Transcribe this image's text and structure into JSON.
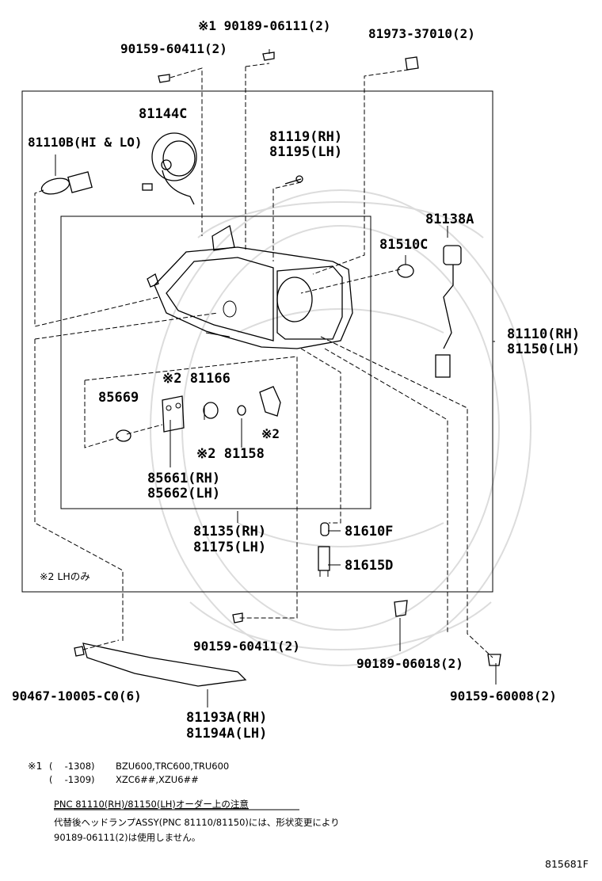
{
  "diagram": {
    "ref_code": "815681F",
    "note_scope_lh": "※2 LHのみ",
    "labels": {
      "p90189_06111": "※1 90189-06111(2)",
      "p90159_60411_top": "90159-60411(2)",
      "p81973_37010": "81973-37010(2)",
      "p81144C": "81144C",
      "p81110B": "81110B(HI & LO)",
      "p81119_rh": "81119(RH)",
      "p81195_lh": "81195(LH)",
      "p81138A": "81138A",
      "p81510C": "81510C",
      "p81110_rh": "81110(RH)",
      "p81150_lh": "81150(LH)",
      "p81166": "※2 81166",
      "p85669": "85669",
      "p81158": "※2 81158",
      "p_mark2": "※2",
      "p85661_rh": "85661(RH)",
      "p85662_lh": "85662(LH)",
      "p81135_rh": "81135(RH)",
      "p81175_lh": "81175(LH)",
      "p81610F": "81610F",
      "p81615D": "81615D",
      "p90159_60411_bot": "90159-60411(2)",
      "p90189_06018": "90189-06018(2)",
      "p90467": "90467-10005-C0(6)",
      "p90159_60008": "90159-60008(2)",
      "p81193A_rh": "81193A(RH)",
      "p81194A_lh": "81194A(LH)"
    },
    "footnotes": {
      "mark1_label": "※1",
      "line1_range": "(　 -1308)",
      "line1_models": "BZU600,TRC600,TRU600",
      "line2_range": "(　 -1309)",
      "line2_models": "XZC6##,XZU6##",
      "pnc_note_title": "PNC 81110(RH)/81150(LH)オーダー上の注意",
      "pnc_note_line1": "代替後ヘッドランプASSY(PNC 81110/81150)には、形状変更により",
      "pnc_note_line2": "90189-06111(2)は使用しません。"
    }
  }
}
